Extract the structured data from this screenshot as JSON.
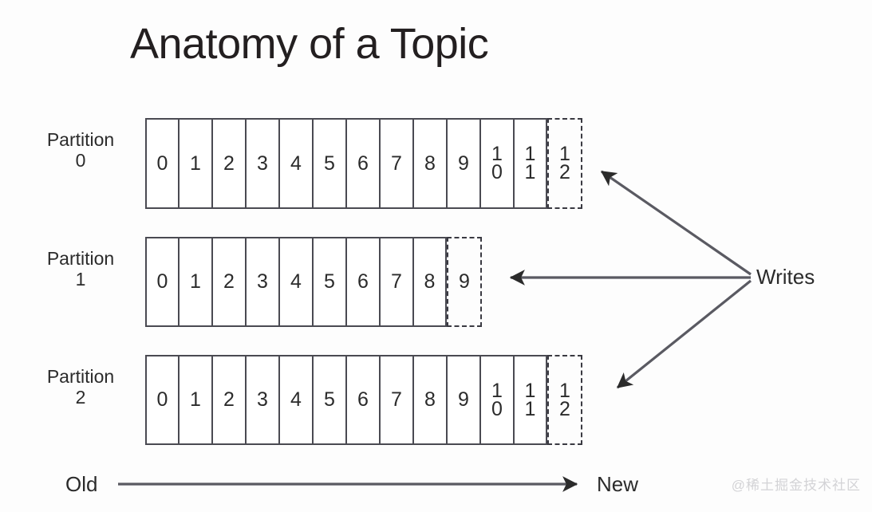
{
  "diagram": {
    "title": "Anatomy of a Topic",
    "writes_label": "Writes",
    "axis": {
      "old_label": "Old",
      "new_label": "New"
    },
    "watermark": "@稀土掘金技术社区",
    "colors": {
      "background": "#fdfdfd",
      "stroke": "#4a4a52",
      "text": "#2b2b2b",
      "watermark": "#d3d3d6"
    },
    "partitions": [
      {
        "name": "Partition",
        "index": "0",
        "committed_offsets": [
          "0",
          "1",
          "2",
          "3",
          "4",
          "5",
          "6",
          "7",
          "8",
          "9",
          "10",
          "11"
        ],
        "pending_offset": "12"
      },
      {
        "name": "Partition",
        "index": "1",
        "committed_offsets": [
          "0",
          "1",
          "2",
          "3",
          "4",
          "5",
          "6",
          "7",
          "8"
        ],
        "pending_offset": "9"
      },
      {
        "name": "Partition",
        "index": "2",
        "committed_offsets": [
          "0",
          "1",
          "2",
          "3",
          "4",
          "5",
          "6",
          "7",
          "8",
          "9",
          "10",
          "11"
        ],
        "pending_offset": "12"
      }
    ]
  }
}
